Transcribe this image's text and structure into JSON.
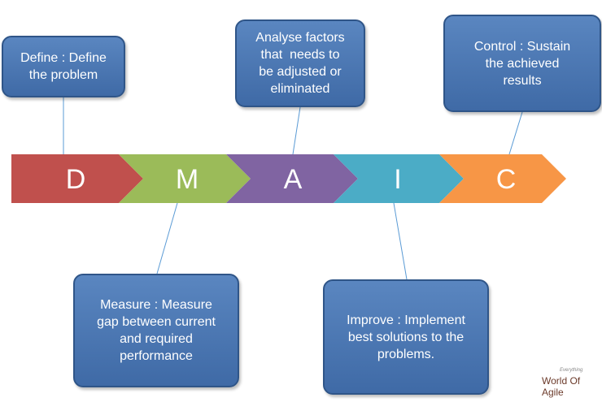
{
  "steps": [
    {
      "letter": "D",
      "color": "#c0504d"
    },
    {
      "letter": "M",
      "color": "#9bbb59"
    },
    {
      "letter": "A",
      "color": "#8064a2"
    },
    {
      "letter": "I",
      "color": "#4bacc6"
    },
    {
      "letter": "C",
      "color": "#f79646"
    }
  ],
  "callouts": {
    "define": {
      "lines": [
        "Define : Define",
        "the problem"
      ]
    },
    "analyse": {
      "lines": [
        "Analyse factors",
        "that  needs to",
        "be adjusted or",
        "eliminated"
      ]
    },
    "control": {
      "lines": [
        "Control : Sustain",
        "the achieved",
        "results"
      ]
    },
    "measure": {
      "lines": [
        "Measure : Measure",
        "gap between current",
        "and required",
        "performance"
      ]
    },
    "improve": {
      "lines": [
        "Improve : Implement",
        "best solutions to the",
        "problems."
      ]
    }
  },
  "brand": {
    "name": "World Of Agile",
    "sub": "Everything"
  },
  "colors": {
    "callout_fill": "#4f81bd",
    "callout_border": "#2f5588",
    "connector": "#5b9bd5"
  }
}
